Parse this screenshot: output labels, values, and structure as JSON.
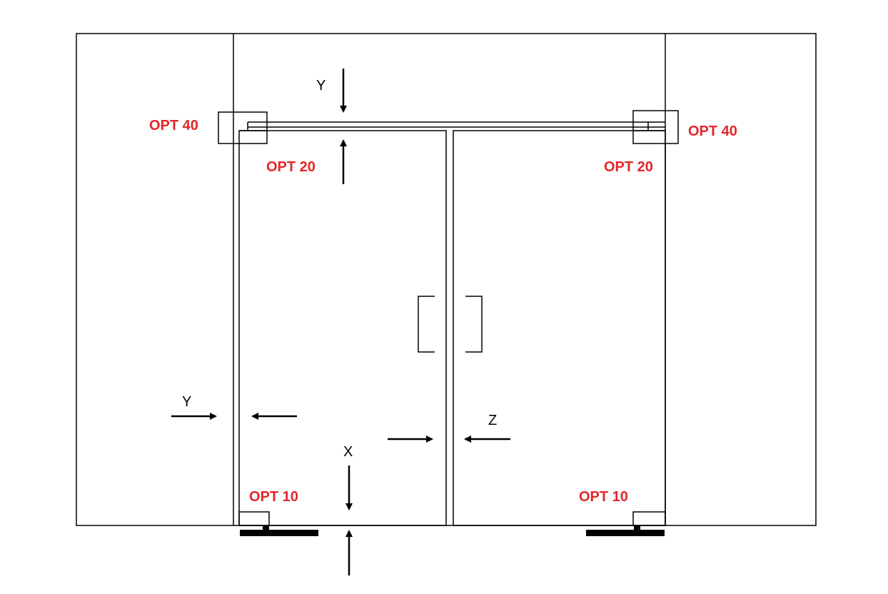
{
  "colors": {
    "line": "#000000",
    "accent": "#e3262b",
    "background": "#ffffff"
  },
  "labels": {
    "opt40_left": "OPT 40",
    "opt40_right": "OPT 40",
    "opt20_left": "OPT 20",
    "opt20_right": "OPT 20",
    "opt10_left": "OPT 10",
    "opt10_right": "OPT 10",
    "top_gap": "Y",
    "side_gap": "Y",
    "bottom_gap": "X",
    "center_gap": "Z"
  }
}
